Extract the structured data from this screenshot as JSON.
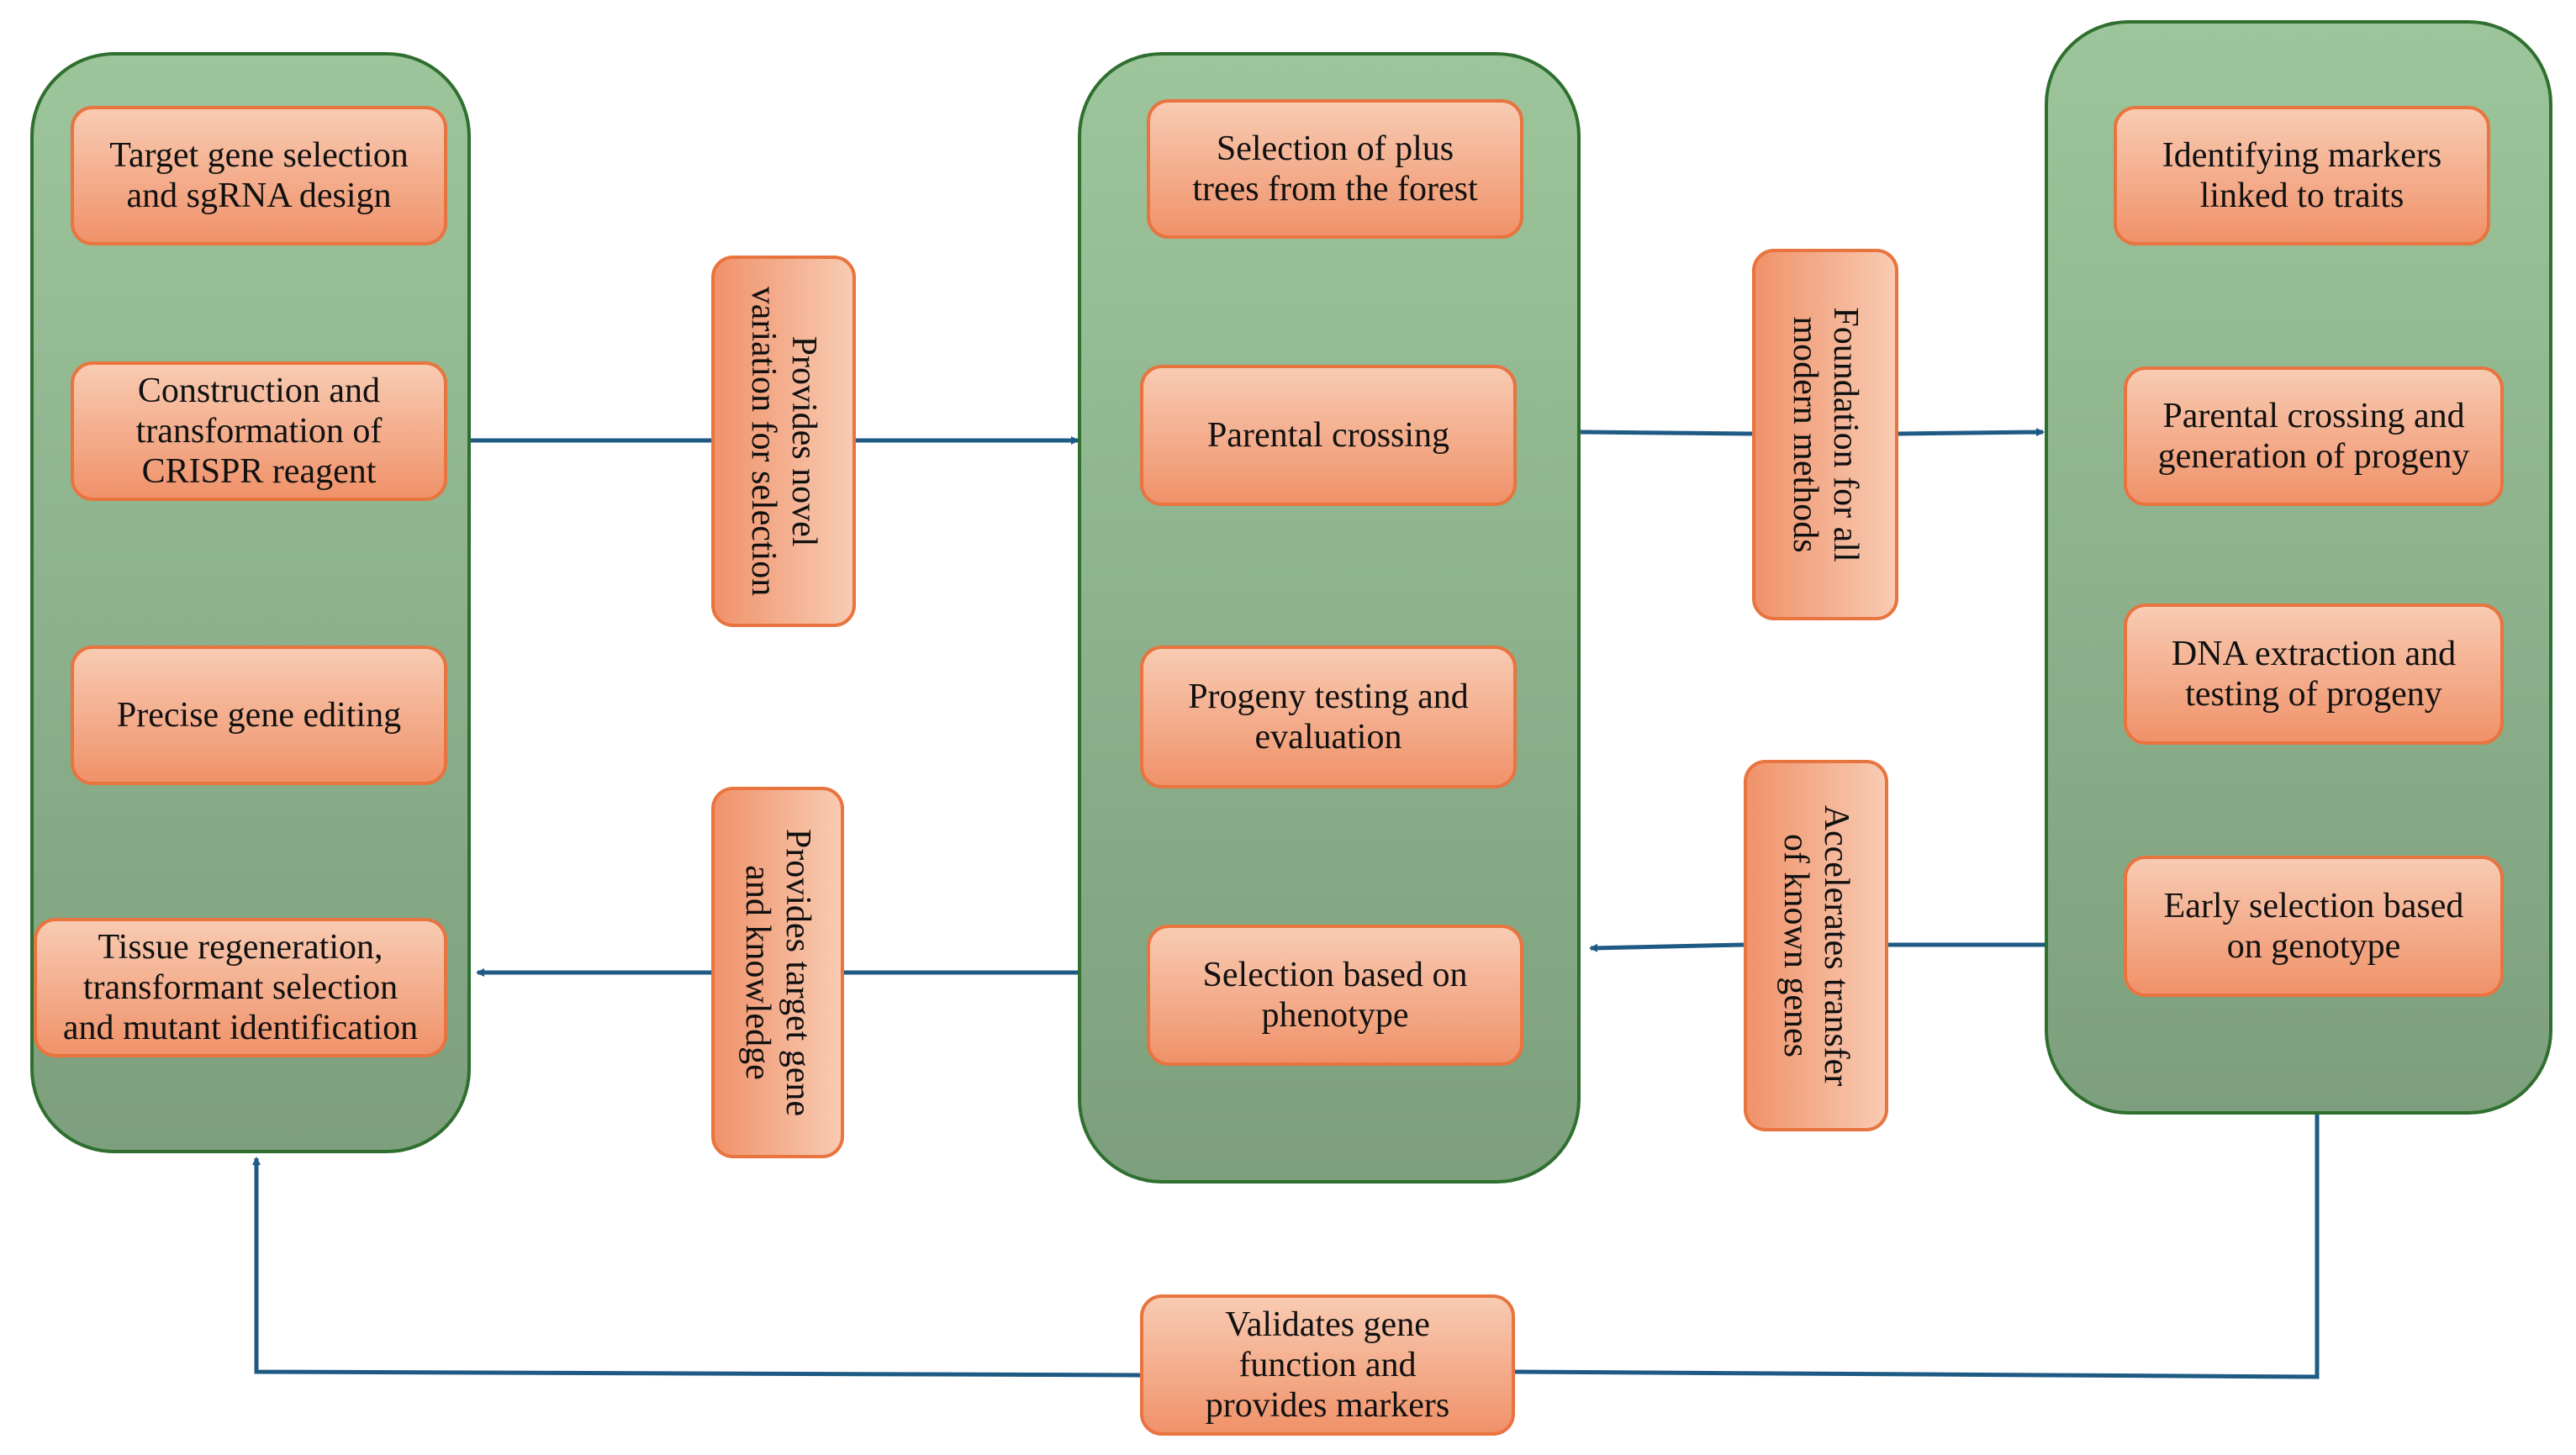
{
  "colors": {
    "panel_fill_top": "#9dc59b",
    "panel_fill_bottom": "#7d9f7d",
    "panel_border": "#2f6f2f",
    "node_fill_top": "#f8cbb2",
    "node_fill_bottom": "#f0926a",
    "node_border": "#e8743f",
    "arrow": "#1f5a85"
  },
  "crispr_panel": {
    "target_gene": "Target gene selection\nand sgRNA design",
    "construction": "Construction and\ntransformation of\nCRISPR reagent",
    "editing": "Precise gene editing",
    "regeneration": "Tissue regeneration,\ntransformant selection\nand mutant identification"
  },
  "conventional_panel": {
    "plus_trees": "Selection of plus\ntrees from the forest",
    "crossing": "Parental crossing",
    "progeny_testing": "Progeny testing and\nevaluation",
    "phenotype_selection": "Selection based on\nphenotype"
  },
  "mas_panel": {
    "markers": "Identifying markers\nlinked to traits",
    "crossing_progeny": "Parental crossing and\ngeneration of progeny",
    "dna_extraction": "DNA extraction and\ntesting of progeny",
    "genotype_selection": "Early selection based\non genotype"
  },
  "links": {
    "novel_variation": "Provides novel\nvariation for selection",
    "target_knowledge": "Provides target gene\nand knowledge",
    "foundation": "Foundation for all\nmodern methods",
    "accelerates": "Accelerates transfer\nof known genes",
    "validates": "Validates gene\nfunction and\nprovides markers"
  }
}
